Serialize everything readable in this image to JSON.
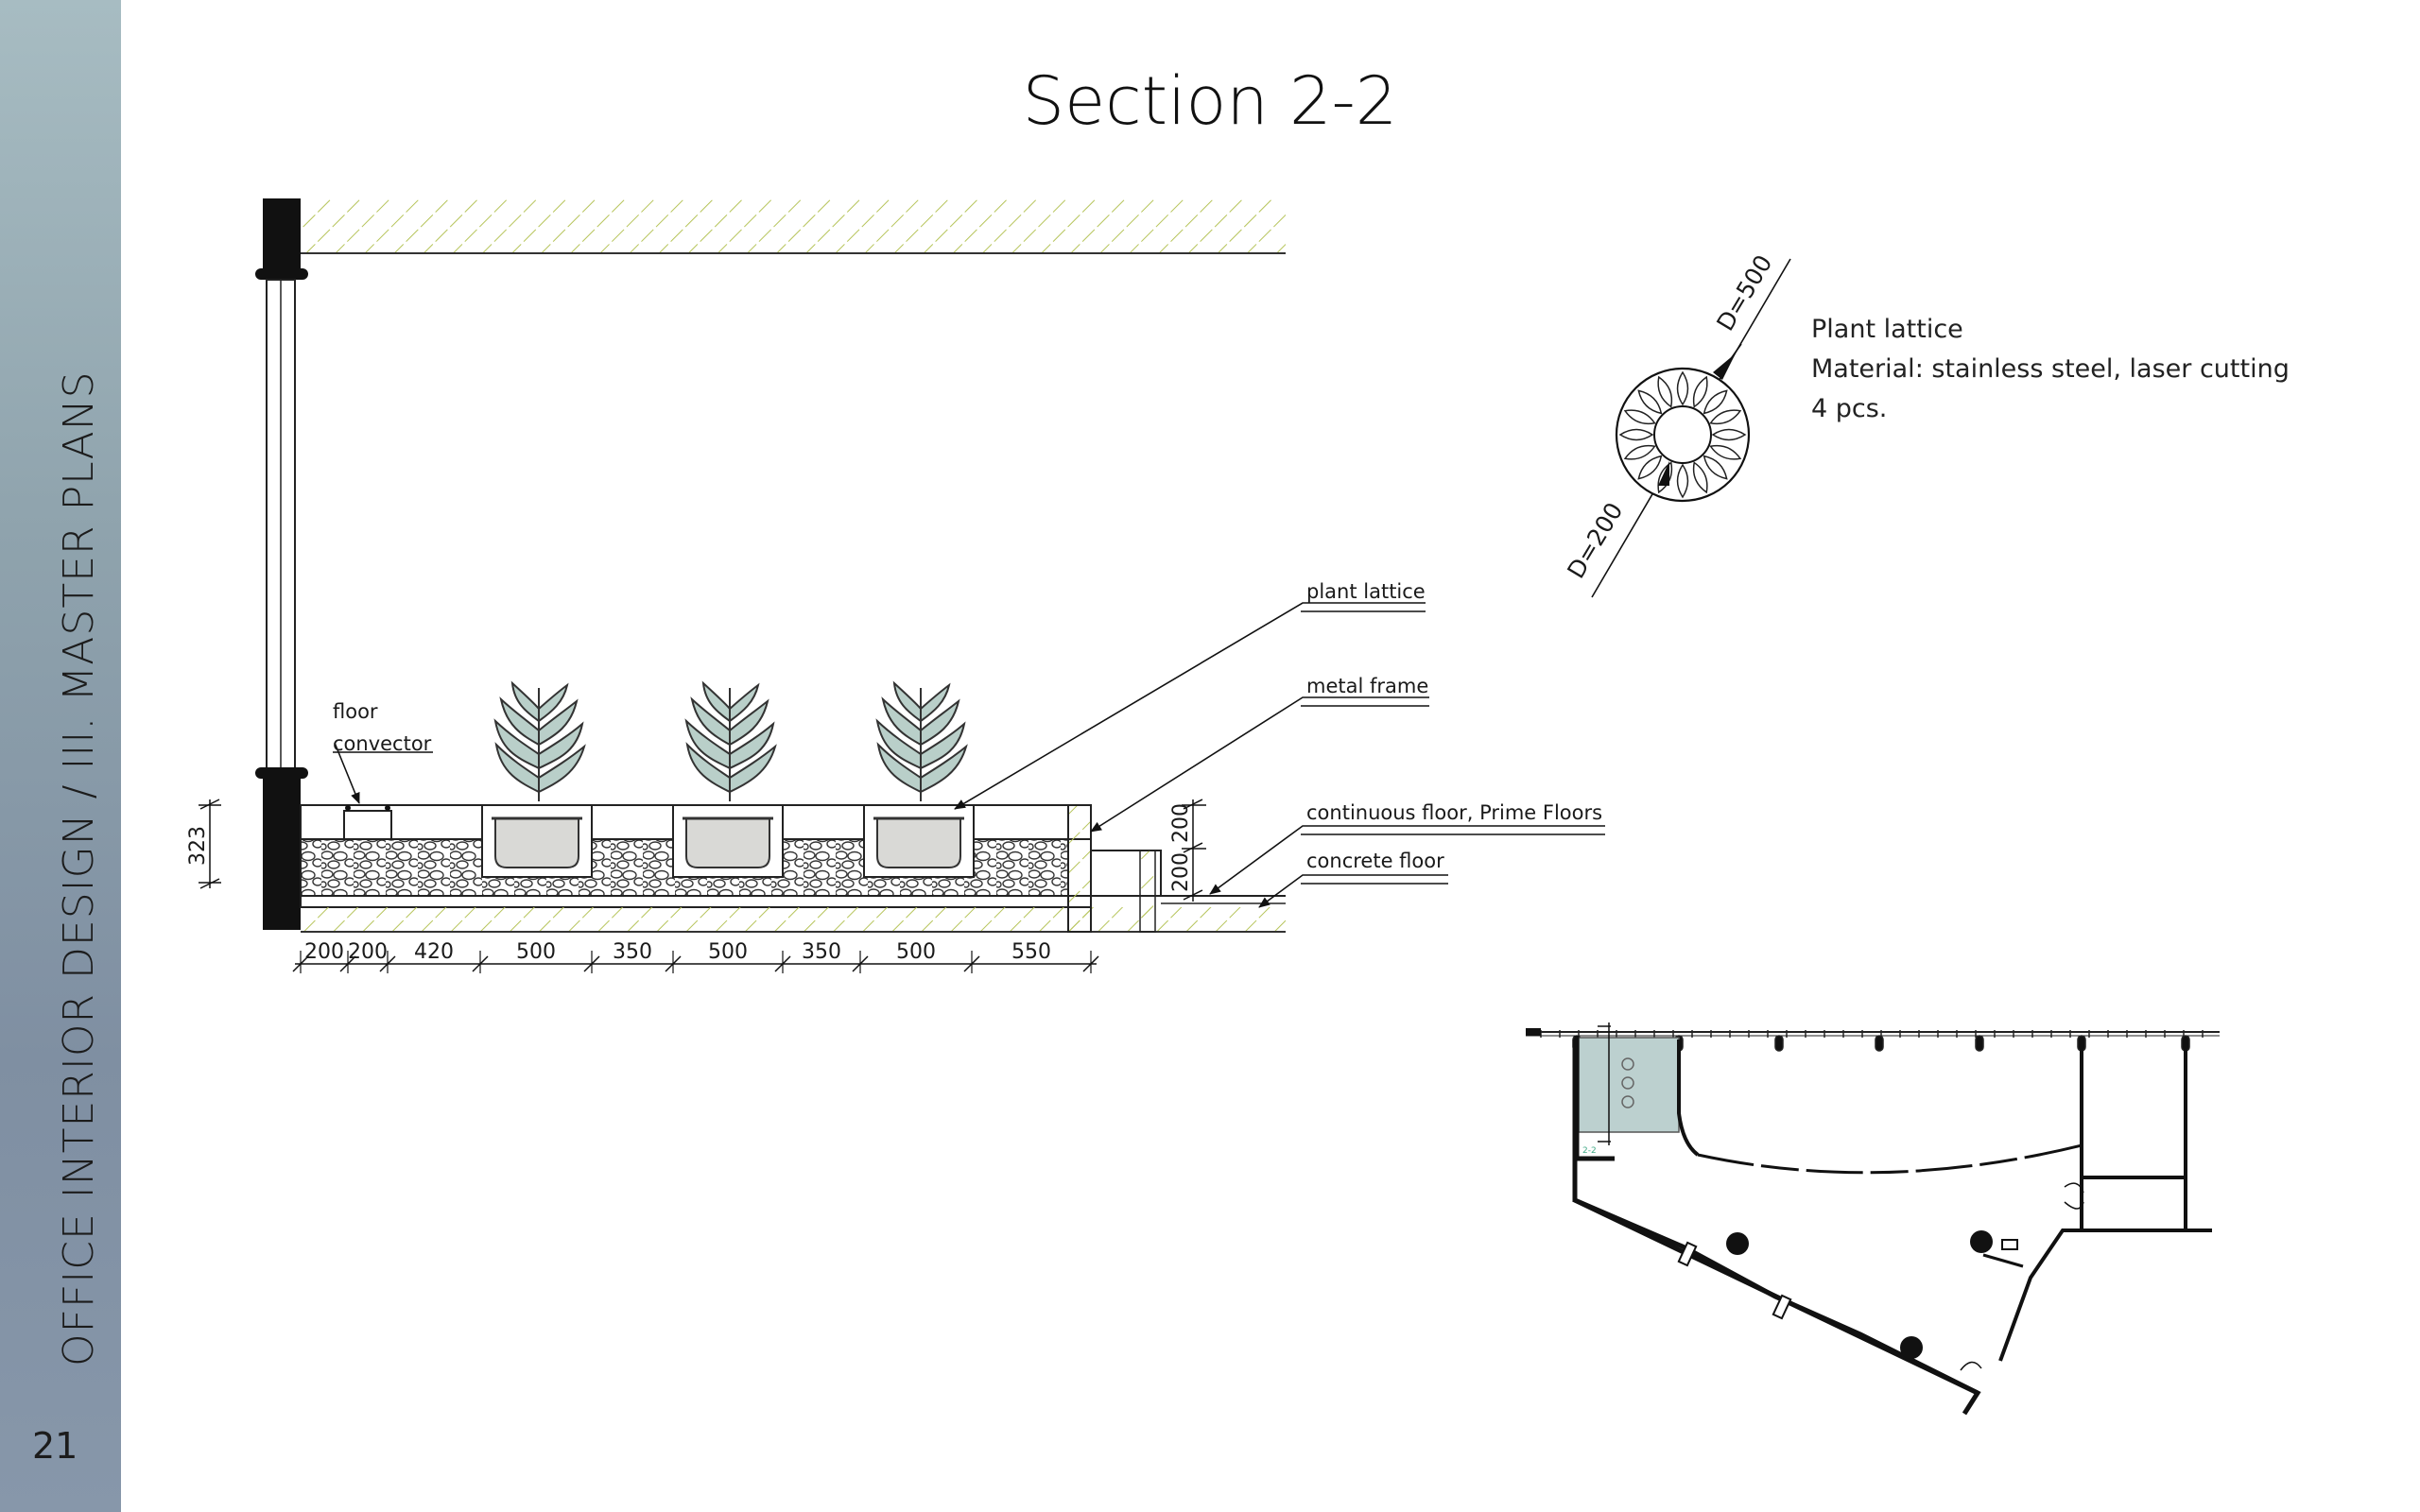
{
  "sidebar": {
    "title": "OFFICE INTERIOR DESIGN / III. MASTER PLANS",
    "page_number": "21",
    "colors": {
      "top": "#a7bcc2",
      "bottom": "#8797aa"
    }
  },
  "title": "Section 2-2",
  "section_labels": {
    "plant_lattice": "plant lattice",
    "metal_frame": "metal frame",
    "continuous_floor": "continuous floor, Prime Floors",
    "concrete_floor": "concrete floor",
    "floor": "floor",
    "convector": "convector"
  },
  "dimensions": {
    "height": "323",
    "right_top": "200",
    "right_bottom": "200",
    "bottom": [
      "200",
      "200",
      "420",
      "500",
      "350",
      "500",
      "350",
      "500",
      "550"
    ]
  },
  "lattice_detail": {
    "outer_diameter": "D=500",
    "inner_diameter": "D=200",
    "note": [
      "Plant lattice",
      "Material: stainless steel, laser cutting",
      "4 pcs."
    ]
  },
  "plan": {
    "marker": "2-2",
    "colors": {
      "highlight": "#bcd0cf"
    }
  },
  "colors": {
    "hatch": "#b6c45a",
    "plant_leaf": "#b9cfc9"
  }
}
